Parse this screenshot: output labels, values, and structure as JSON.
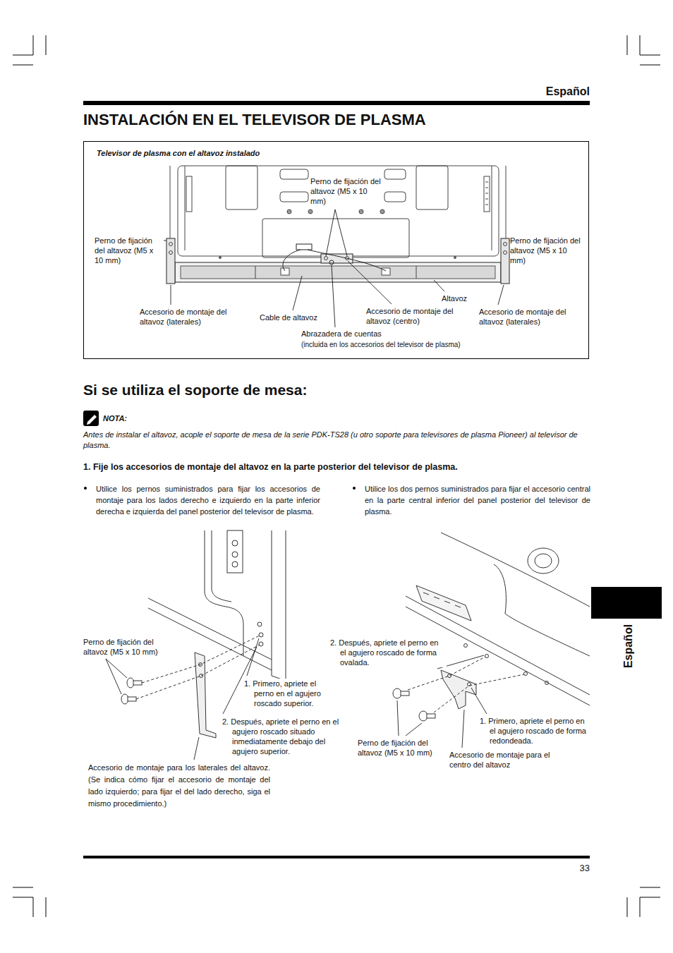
{
  "diagram": {
    "title": "INSTALACIÓN EN EL TELEVISOR DE PLASMA",
    "nodes": [
      {
        "text": [
          "Televisor de plasma con el altavoz instalado"
        ]
      },
      {
        "text": [
          "Español"
        ]
      }
    ],
    "labels": [
      "Español",
      "Perno de fijación del altavoz (M5 x 10 mm)",
      "Perno de fijación del altavoz (M5 x 10 mm)",
      "Perno de fijación del altavoz (M5 x 10 mm)",
      "Altavoz",
      "Accesorio de montaje del altavoz (laterales)",
      "Cable de altavoz",
      "Accesorio de montaje del altavoz (centro)",
      "Accesorio de montaje del altavoz (laterales)",
      "Abrazadera de cuentas",
      "(incluida en los accesorios del televisor de plasma)",
      "Si se utiliza el soporte de mesa:",
      "NOTA:",
      "Antes de instalar el altavoz, acople el soporte de mesa de la serie PDK-TS28 (u otro soporte para televisores de plasma Pioneer) al televisor de plasma.",
      "1. Fije los accesorios de montaje del altavoz en la parte posterior del televisor de plasma.",
      "Utilice los pernos suministrados para fijar los accesorios de montaje para los lados derecho e izquierdo en la parte inferior derecha e izquierda del panel posterior del televisor de plasma.",
      "Utilice los dos pernos suministrados para fijar el accesorio central en la parte central inferior del panel posterior del televisor de plasma.",
      "Perno de fijación del altavoz (M5 x 10 mm)",
      "1. Primero, apriete el perno en el agujero roscado superior.",
      "2. Después, apriete el perno en el agujero roscado situado inmediatamente debajo del agujero superior.",
      "Accesorio de montaje para los laterales del altavoz. (Se indica cómo fijar el accesorio de montaje del lado izquierdo; para fijar el del lado derecho, siga el mismo procedimiento.)",
      "2. Después, apriete el perno en el agujero roscado de forma ovalada.",
      "1. Primero, apriete el perno en el agujero roscado de forma redondeada.",
      "Perno de fijación del altavoz (M5 x 10 mm)",
      "Accesorio de montaje para el centro del altavoz",
      "33"
    ]
  }
}
